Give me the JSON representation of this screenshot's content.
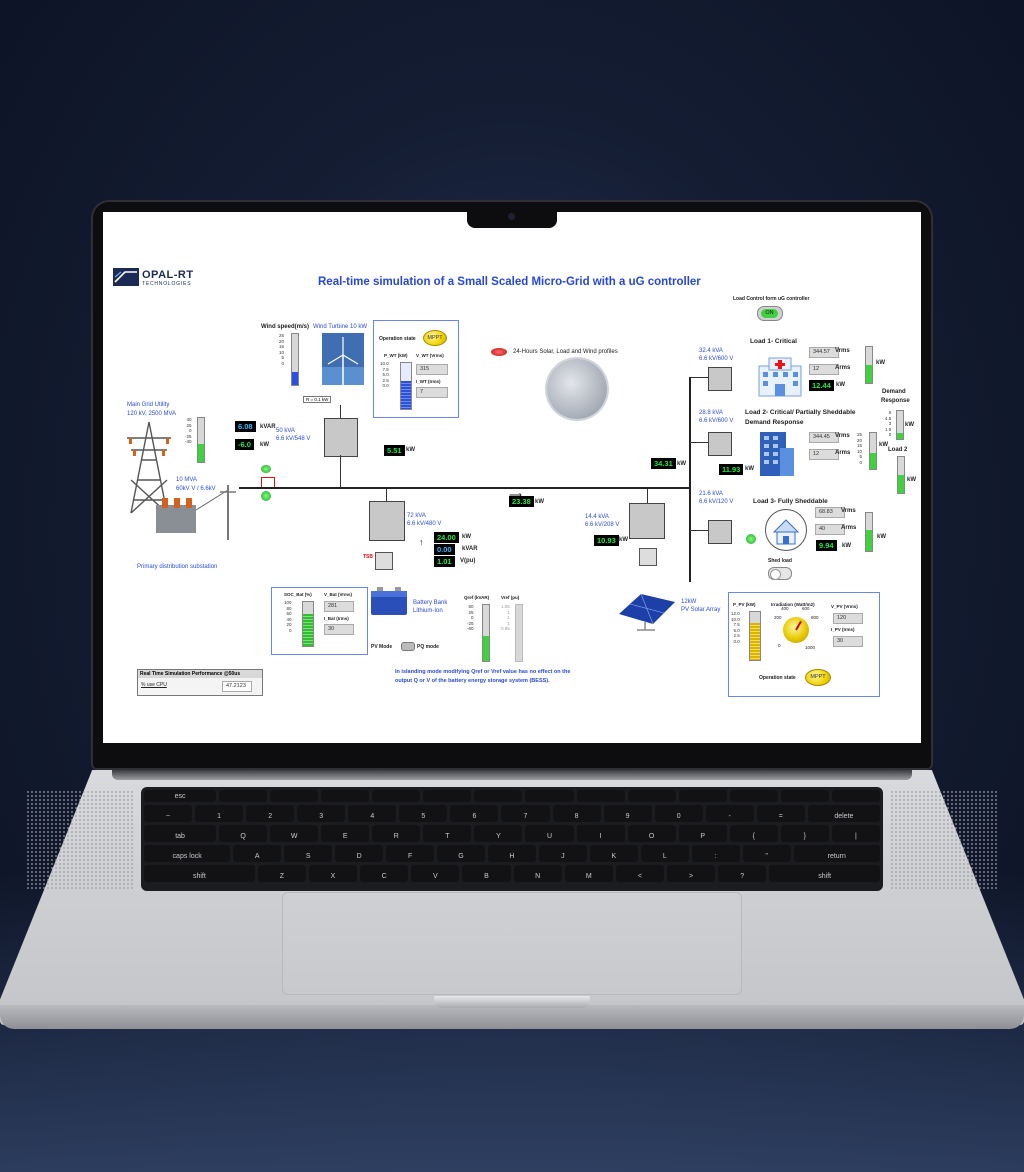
{
  "app": {
    "title": "Real-time simulation of a Small Scaled Micro-Grid with a uG controller",
    "logo": {
      "name": "OPAL-RT",
      "subtitle": "TECHNOLOGIES"
    }
  },
  "controls": {
    "load_control_label": "Load Control form uG controller",
    "load_control_state": "ON",
    "profiles_label": "24-Hours  Solar, Load and Wind profiles",
    "shed_load_label": "Shed load",
    "pv_mode_label": "PV Mode",
    "pq_mode_label": "PQ mode"
  },
  "wind": {
    "speed_label": "Wind speed(m/s)",
    "turbine_label": "Wind Turbine 10 kW",
    "speed_scale": [
      "25",
      "20",
      "15",
      "10",
      "5",
      "0"
    ],
    "speed_level": 0.25,
    "op_state_label": "Operation state",
    "op_state_value": "MPPT",
    "p_label": "P_WT  (kW)",
    "v_label": "V_WT (Vrms)",
    "v_value": "315",
    "i_label": "I_WT (Irms)",
    "i_value": "7",
    "p_scale": [
      "10.0",
      "7.5",
      "5.0",
      "2.5",
      "0.0"
    ],
    "p_level": 0.6,
    "r_label": "R = 0.1 kW",
    "transformer_kva": "50 kVA",
    "transformer_v": "6.6 kV/548 V",
    "power_out": "5.51",
    "power_unit": "kW"
  },
  "grid": {
    "label_line1": "Main Grid Utility",
    "label_line2": "120 kV, 2500 MVA",
    "kvar_value": "6.08",
    "kvar_unit": "kVAR",
    "kw_value": "-6.0",
    "kw_unit": "kW",
    "scale": [
      "40",
      "25",
      "0",
      "-25",
      "-40"
    ],
    "transformer_line1": "10 MVA",
    "transformer_line2": "60kV V / 6.6kV",
    "substation_label": "Primary distribution substation"
  },
  "bus": {
    "flow1_value": "23.38",
    "flow1_unit": "kW",
    "flow2_value": "34.31",
    "flow2_unit": "kW"
  },
  "battery": {
    "transformer_kva": "72 kVA",
    "transformer_v": "6.6 kV/480 V",
    "p_value": "24.00",
    "p_unit": "kW",
    "q_value": "0.00",
    "q_unit": "kVAR",
    "v_value": "1.01",
    "v_unit": "V(pu)",
    "tsb": "TSB",
    "name_line1": "Battery Bank",
    "name_line2": "Lithium-Ion",
    "soc_label": "SOC_Bat  (%)",
    "soc_scale": [
      "100",
      "80",
      "60",
      "40",
      "20",
      "0"
    ],
    "soc_level": 0.72,
    "v_bat_label": "V_Bat (Vrms)",
    "v_bat_value": "281",
    "i_bat_label": "I_Bat (Irms)",
    "i_bat_value": "30",
    "qref_label": "Qref (kVAR)",
    "qref_scale": [
      "60",
      "25",
      "0",
      "-25",
      "-60"
    ],
    "vref_label": "Vref (pu)",
    "vref_scale": [
      "1.05",
      "1",
      "1",
      "1",
      "0.95"
    ],
    "note_line1": "In islanding mode modifying Qref or Vref value has no effect on the",
    "note_line2": "output Q or V of the battery energy storage system (BESS)."
  },
  "pv": {
    "transformer_kva": "14.4 kVA",
    "transformer_v": "6.6 kV/208 V",
    "power_out": "10.93",
    "power_unit": "kW",
    "array_line1": "12kW",
    "array_line2": "PV Solar Array",
    "p_label": "P_PV   (kW)",
    "p_scale": [
      "12.0",
      "10.0",
      "7.5",
      "5.0",
      "2.5",
      "0.0"
    ],
    "p_level": 0.78,
    "irr_label": "Irradiation  (Watt/m2)",
    "irr_ticks": [
      "200",
      "400",
      "600",
      "800",
      "0",
      "1000"
    ],
    "v_label": "V_PV (Vrms)",
    "v_value": "120",
    "i_label": "I_PV (Irms)",
    "i_value": "30",
    "op_state_label": "Operation state",
    "op_state_value": "MPPT"
  },
  "loads": [
    {
      "title": "Load 1- Critical",
      "kva": "32.4 kVA",
      "v": "6.6 kV/600 V",
      "vrms_value": "344.57",
      "vrms_unit": "Vrms",
      "arms_value": "12",
      "arms_unit": "Arms",
      "kw_value": "12.44",
      "kw_unit": "kW",
      "bar_unit": "kW",
      "bar_level": 0.5
    },
    {
      "title": "Load 2- Critical/ Partially Sheddable",
      "subtitle": "Demand Response",
      "kva": "28.8 kVA",
      "v": "6.6 kV/600 V",
      "vrms_value": "344.45",
      "vrms_unit": "Vrms",
      "arms_value": "12",
      "arms_unit": "Arms",
      "kw_value": "11.93",
      "kw_unit": "kW",
      "bar_unit": "kW",
      "bar_level": 0.45,
      "scale": [
        "25",
        "20",
        "15",
        "10",
        "5",
        "0"
      ]
    },
    {
      "title": "Load 3- Fully Sheddable",
      "kva": "21.6 kVA",
      "v": "6.6 kV/120 V",
      "vrms_value": "68.83",
      "vrms_unit": "Vrms",
      "arms_value": "40",
      "arms_unit": "Arms",
      "kw_value": "9.94",
      "kw_unit": "kW",
      "bar_unit": "kW",
      "bar_level": 0.55
    }
  ],
  "demand_response": {
    "title_line1": "Demand",
    "title_line2": "Response",
    "scale": [
      "6",
      "4.5",
      "3",
      "1.5",
      "0"
    ],
    "unit": "kW",
    "load2_label": "Load 2",
    "load2_unit": "kW",
    "load2_scale": [
      "25",
      "20",
      "15",
      "10",
      "5",
      "0"
    ]
  },
  "performance": {
    "title": "Real Time Simulation Performance @50us",
    "cpu_label": "% use CPU",
    "cpu_value": "47.2123"
  },
  "colors": {
    "title_blue": "#2747d8",
    "readout_green": "#23e84a",
    "bar_green": "#3fd13f",
    "bar_blue": "#2b4fe0",
    "panel_border": "#6a86e6"
  }
}
